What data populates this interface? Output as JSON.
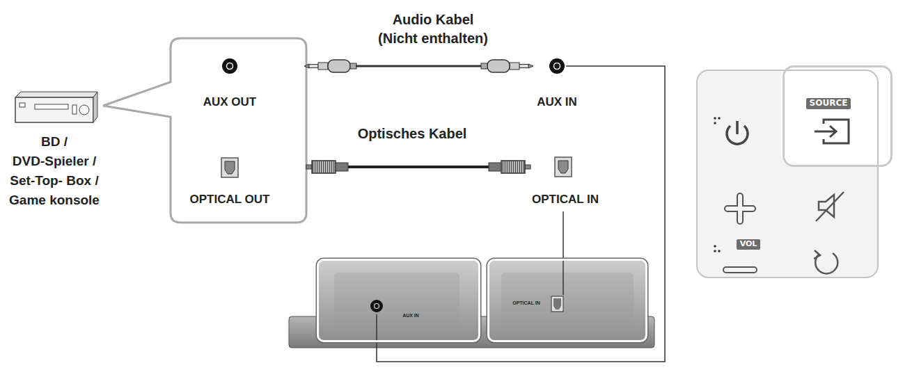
{
  "diagram": {
    "nodes": [
      {
        "text": [
          "AUX OUT",
          "OPTICAL OUT"
        ]
      },
      {
        "text": [
          "AUX IN"
        ]
      },
      {
        "text": [
          "OPTICAL IN"
        ]
      },
      {
        "text": [
          "VOL"
        ]
      },
      {
        "text": [
          "SOURCE"
        ],
        "in": 3
      }
    ],
    "labels": [
      "Audio Kabel",
      "(Nicht enthalten)",
      "Optisches Kabel",
      "AUX IN",
      "OPTICAL IN",
      "BD / DVD-Spieler / Set-Top- Box / Game konsole"
    ]
  }
}
